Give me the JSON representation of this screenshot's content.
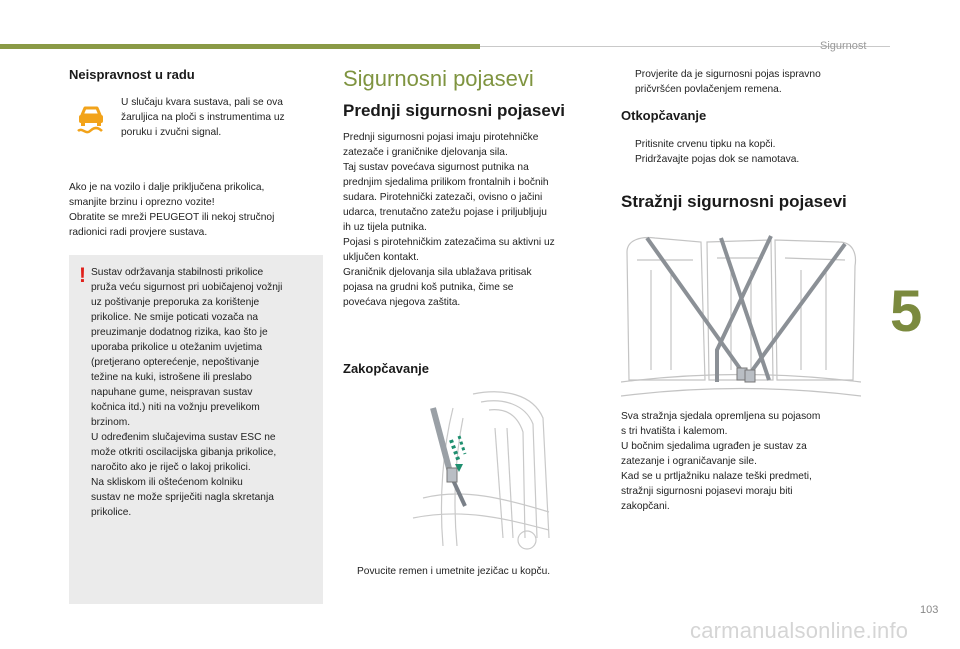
{
  "header": {
    "section": "Sigurnost"
  },
  "chapter": "5",
  "page_number": "103",
  "watermark": "carmanualsonline.info",
  "left": {
    "title": "Neispravnost u radu",
    "icon": "stability-control-warning-icon",
    "icon_text": [
      "U slučaju kvara sustava, pali se ova",
      "žaruljica na ploči s instrumentima uz",
      "poruku i zvučni signal."
    ],
    "para": [
      "Ako je na vozilo i dalje priključena prikolica,",
      "smanjite brzinu i oprezno vozite!",
      "Obratite se mreži PEUGEOT ili nekoj stručnoj",
      "radionici radi provjere sustava."
    ],
    "warning_mark": "!",
    "warning": [
      "Sustav održavanja stabilnosti prikolice",
      "pruža veću sigurnost pri uobičajenoj vožnji",
      "uz poštivanje preporuka za korištenje",
      "prikolice. Ne smije poticati vozača na",
      "preuzimanje dodatnog rizika, kao što je",
      "uporaba prikolice u otežanim uvjetima",
      "(pretjerano opterećenje, nepoštivanje",
      "težine na kuki, istrošene ili preslabo",
      "napuhane gume, neispravan sustav",
      "kočnica itd.) niti na vožnju prevelikom",
      "brzinom.",
      "U određenim slučajevima sustav ESC ne",
      "može otkriti oscilacijska gibanja prikolice,",
      "naročito ako je riječ o lakoj prikolici.",
      "Na skliskom ili oštećenom kolniku",
      "sustav ne može spriječiti nagla skretanja",
      "prikolice."
    ]
  },
  "middle": {
    "title": "Sigurnosni pojasevi",
    "subtitle": "Prednji sigurnosni pojasevi",
    "para": [
      "Prednji sigurnosni pojasi imaju pirotehničke",
      "zatezače i graničnike djelovanja sila.",
      "Taj sustav povećava sigurnost putnika na",
      "prednjim sjedalima prilikom frontalnih i bočnih",
      "sudara. Pirotehnički zatezači, ovisno o jačini",
      "udarca, trenutačno zatežu pojase i priljubljuju",
      "ih uz tijela putnika.",
      "Pojasi s pirotehničkim zatezačima su aktivni uz",
      "uključen kontakt.",
      "Graničnik djelovanja sila ublažava pritisak",
      "pojasa na grudni koš putnika, čime se",
      "povećava njegova zaštita."
    ],
    "fasten_title": "Zakopčavanje",
    "fasten_bullet_glyph": "",
    "fasten_bullet": "Povucite remen i umetnite jezičac u kopču."
  },
  "right": {
    "check_bullet_glyph": "",
    "check_bullet": [
      "Provjerite da je sigurnosni pojas ispravno",
      "pričvršćen povlačenjem remena."
    ],
    "unfasten_title": "Otkopčavanje",
    "unfasten_bullets": [
      "Pritisnite crvenu tipku na kopči.",
      "Pridržavajte pojas dok se namotava."
    ],
    "rear_title": "Stražnji sigurnosni pojasevi",
    "rear_para": [
      "Sva stražnja sjedala opremljena su pojasom",
      "s tri hvatišta i kalemom.",
      "U bočnim sjedalima ugrađen je sustav za",
      "zatezanje i ograničavanje sile.",
      "Kad se u prtljažniku nalaze teški predmeti,",
      "stražnji sigurnosni pojasevi moraju biti",
      "zakopčani."
    ]
  },
  "colors": {
    "accent": "#7f9440",
    "bar": "#8a9a46",
    "warning": "#e0201b",
    "icon": "#f2a31a"
  }
}
